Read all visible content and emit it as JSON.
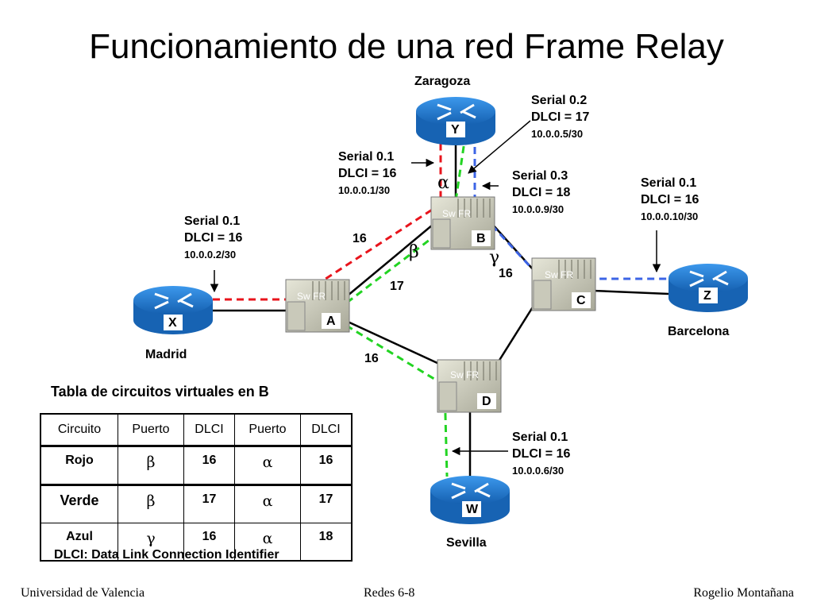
{
  "title": "Funcionamiento de una red Frame Relay",
  "routers": {
    "X": {
      "letter": "X",
      "city": "Madrid"
    },
    "Y": {
      "letter": "Y",
      "city": "Zaragoza"
    },
    "Z": {
      "letter": "Z",
      "city": "Barcelona"
    },
    "W": {
      "letter": "W",
      "city": "Sevilla"
    }
  },
  "switches": {
    "label": "Sw FR",
    "A": "A",
    "B": "B",
    "C": "C",
    "D": "D"
  },
  "interfaces": {
    "madrid": {
      "serial": "Serial 0.1",
      "dlci": "DLCI = 16",
      "ip": "10.0.0.2/30"
    },
    "zaragoza_01": {
      "serial": "Serial 0.1",
      "dlci": "DLCI = 16",
      "ip": "10.0.0.1/30"
    },
    "zaragoza_02": {
      "serial": "Serial 0.2",
      "dlci": "DLCI = 17",
      "ip": "10.0.0.5/30"
    },
    "zaragoza_03": {
      "serial": "Serial 0.3",
      "dlci": "DLCI = 18",
      "ip": "10.0.0.9/30"
    },
    "barcelona": {
      "serial": "Serial 0.1",
      "dlci": "DLCI = 16",
      "ip": "10.0.0.10/30"
    },
    "sevilla": {
      "serial": "Serial 0.1",
      "dlci": "DLCI = 16",
      "ip": "10.0.0.6/30"
    }
  },
  "link_dlcis": {
    "red_ab": "16",
    "green_ab": "17",
    "blue_bc": "16",
    "green_ad": "16"
  },
  "ports": {
    "alpha": "α",
    "beta": "β",
    "gamma": "γ"
  },
  "colors": {
    "red": "#e8141c",
    "green": "#22d422",
    "blue": "#3c64e6",
    "router": "#1f7fd6"
  },
  "table": {
    "caption": "Tabla de circuitos virtuales en B",
    "headers": [
      "Circuito",
      "Puerto",
      "DLCI",
      "Puerto",
      "DLCI"
    ],
    "rows": [
      {
        "circuito": "Rojo",
        "puerto_in": "β",
        "dlci_in": "16",
        "puerto_out": "α",
        "dlci_out": "16"
      },
      {
        "circuito": "Verde",
        "puerto_in": "β",
        "dlci_in": "17",
        "puerto_out": "α",
        "dlci_out": "17"
      },
      {
        "circuito": "Azul",
        "puerto_in": "γ",
        "dlci_in": "16",
        "puerto_out": "α",
        "dlci_out": "18"
      }
    ]
  },
  "note": "DLCI: Data Link Connection Identifier",
  "footer": {
    "left": "Universidad de Valencia",
    "center": "Redes 6-8",
    "right": "Rogelio Montañana"
  }
}
